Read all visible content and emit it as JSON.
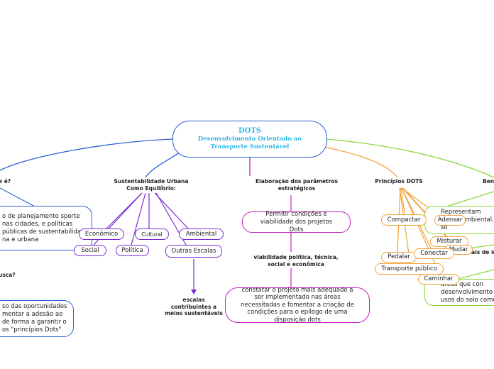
{
  "root": {
    "title": "DOTS",
    "subtitle": "Desenvolvimento Orientado ao Transporte Sustentável"
  },
  "branches": {
    "what_is": "e é?",
    "sustainability": "Sustentabilidade Urbana Como Equilíbrio:",
    "params": "Elaboração dos parâmetros estratégicos",
    "principles": "Princípios DOTS",
    "benefits": "Ben"
  },
  "left_nodes": {
    "definition": "o de planejamento sporte nas cidades, e políticas públicas de sustentabilidade na e urbana",
    "question": "usca?",
    "answer": "so das oportunidades mentar a adesão ao de forma a garantir o os \"princípios Dots\""
  },
  "sustainability_nodes": {
    "economico": "Econômico",
    "cultural": "Cultural",
    "ambiental": "Ambiental",
    "social": "Social",
    "politica": "Política",
    "outras_escalas": "Outras Escalas",
    "escalas_text": "escalas contribuintes a meios sustentáveis"
  },
  "params_nodes": {
    "permitir": "Permitir condições e viabilidade dos projetos Dots",
    "viabilidade": "viabilidade política, técnica, social e econômica",
    "constatar": "constatar o projeto mais adequado a ser implementado nas áreas necessitadas e fomentar a criação de condições para o epílogo de uma disposição dots"
  },
  "principles_nodes": {
    "compactar": "Compactar",
    "adensar": "Adensar",
    "misturar": "Misturar",
    "mudar": "Mudar",
    "pedalar": "Pedalar",
    "conectar": "Conectar",
    "transporte": "Transporte público",
    "caminhar": "Caminhar"
  },
  "benefits_nodes": {
    "representam": "Representam inúme ambiental, so",
    "locais": "locais de in",
    "areas": "áreas que con desenvolvimento c e usos do solo como"
  },
  "colors": {
    "blue": "#2b5fd4",
    "cyan_title": "#2bb7e8",
    "purple": "#7b2bd4",
    "magenta": "#c321c0",
    "orange": "#f2a23a",
    "green": "#8ad63a"
  }
}
